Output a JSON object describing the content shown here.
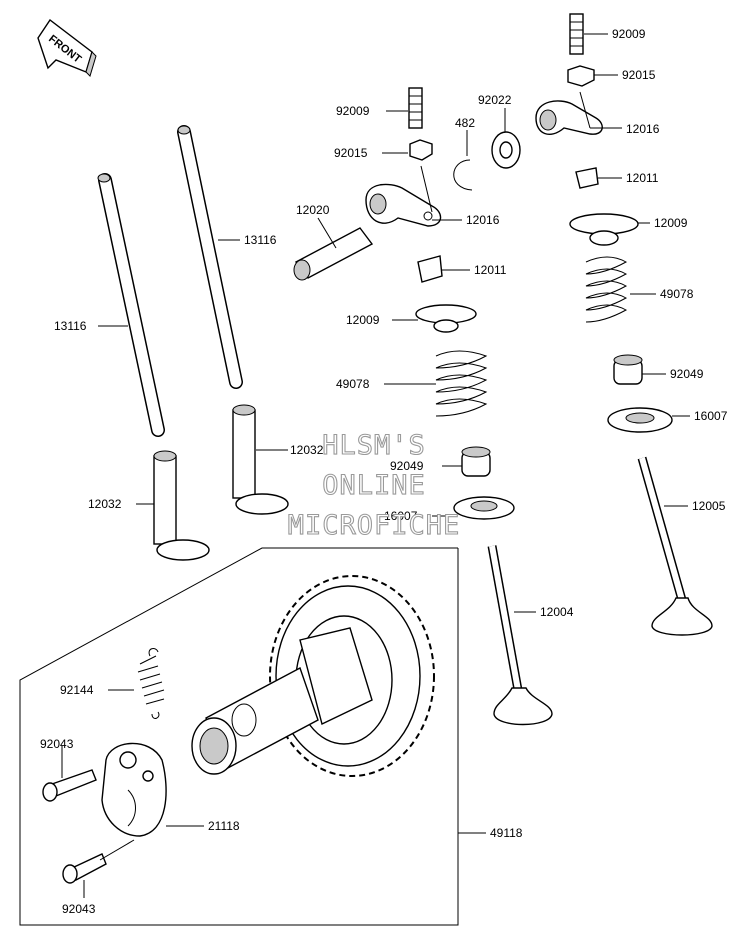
{
  "front_badge": "FRONT",
  "labels": {
    "p92009_top": "92009",
    "p92015_top": "92015",
    "p92022": "92022",
    "p482": "482",
    "p12016_right": "12016",
    "p92009_mid": "92009",
    "p92015_mid": "92015",
    "p12011_right": "12011",
    "p12009_right": "12009",
    "p12020": "12020",
    "p13116_right": "13116",
    "p12016_mid": "12016",
    "p12011_mid": "12011",
    "p49078_right": "49078",
    "p13116_left": "13116",
    "p12009_mid": "12009",
    "p92049_right": "92049",
    "p49078_mid": "49078",
    "p16007_right": "16007",
    "p12032_right": "12032",
    "p92049_mid": "92049",
    "p12005": "12005",
    "p12032_left": "12032",
    "p16007_mid": "16007",
    "p12004": "12004",
    "p92144": "92144",
    "p92043_top": "92043",
    "p21118": "21118",
    "p49118": "49118",
    "p92043_bottom": "92043"
  },
  "watermark": [
    "HLSM'S",
    "ONLINE",
    "MICROFICHE"
  ]
}
